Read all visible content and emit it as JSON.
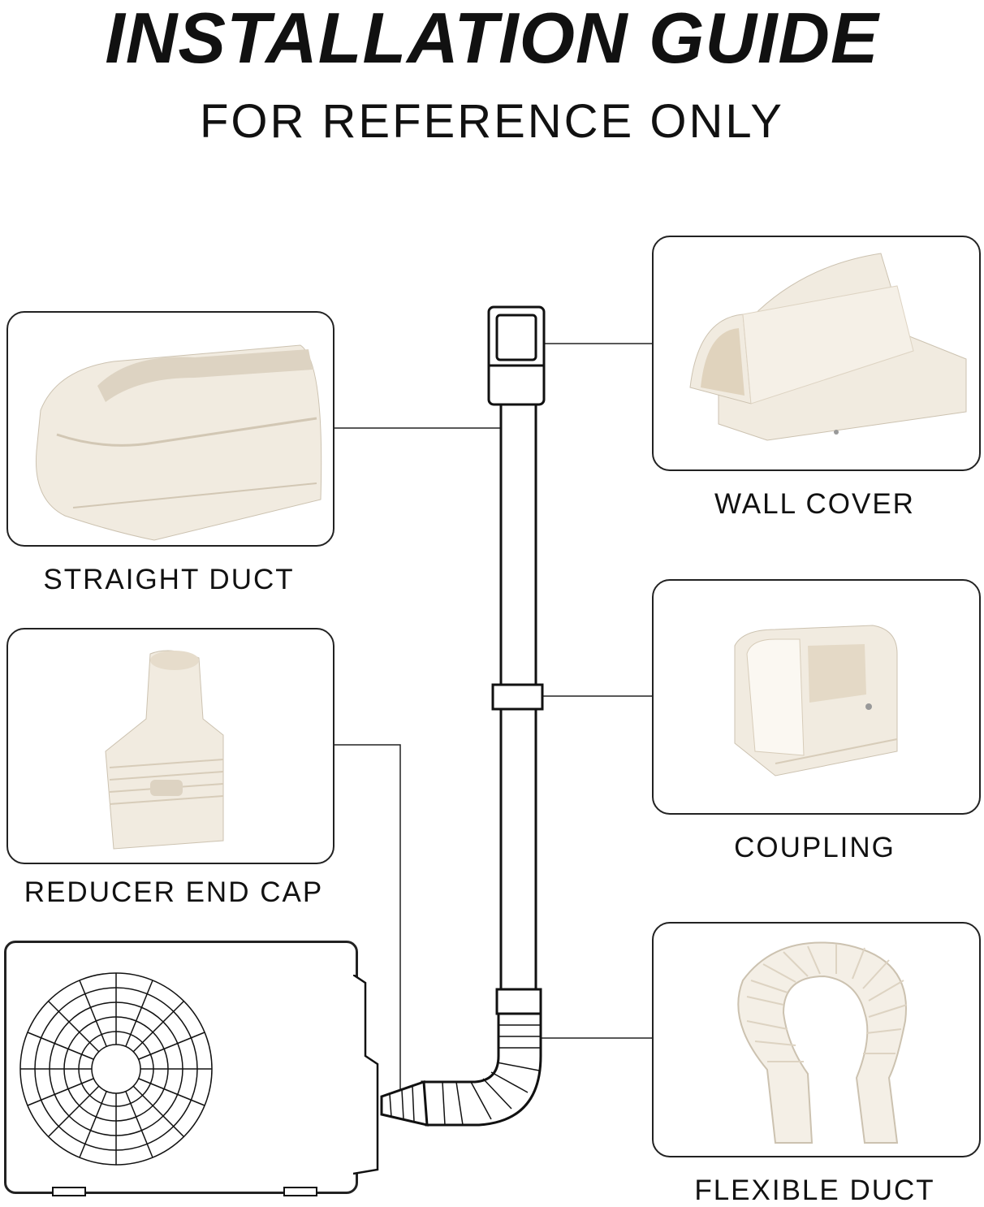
{
  "header": {
    "title": "INSTALLATION GUIDE",
    "subtitle": "FOR REFERENCE ONLY"
  },
  "parts": {
    "straight_duct": "STRAIGHT DUCT",
    "reducer_end_cap": "REDUCER END CAP",
    "wall_cover": "WALL COVER",
    "coupling": "COUPLING",
    "flexible_duct": "FLEXIBLE DUCT"
  },
  "colors": {
    "product": "#f1ebe0",
    "product_shade": "#ddd3c2",
    "line": "#222222"
  }
}
